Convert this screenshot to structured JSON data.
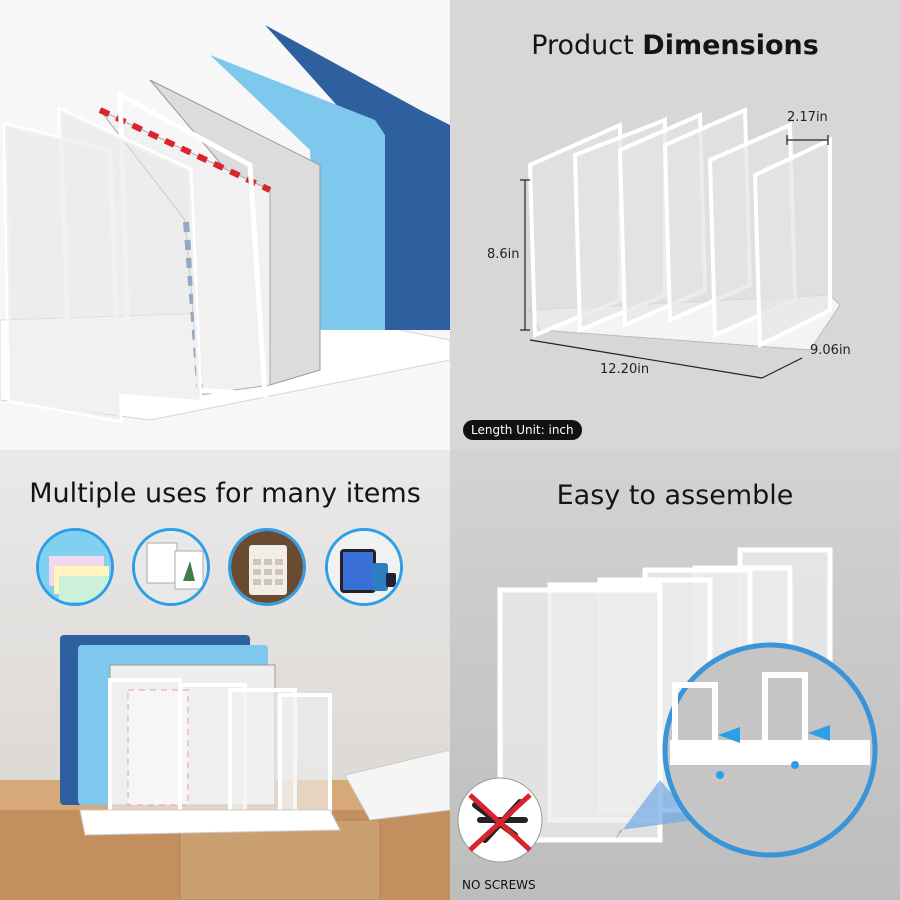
{
  "dimensions_panel": {
    "title_part1": "Product",
    "title_part2": "Dimensions",
    "width": "2.17in",
    "height": "8.6in",
    "length": "12.20in",
    "depth": "9.06in",
    "unit_badge": "Length Unit: inch"
  },
  "uses_panel": {
    "title": "Multiple uses for many items",
    "icons": [
      "folders-icon",
      "photos-icon",
      "calculator-icon",
      "tablet-icon"
    ]
  },
  "assemble_panel": {
    "title": "Easy to assemble",
    "no_screws_label": "NO SCREWS"
  },
  "colors": {
    "accent": "#2ca0e6",
    "folder_dark_blue": "#2e5f9e",
    "folder_light_blue": "#7ec8ee",
    "red_cross": "#d9232d"
  }
}
